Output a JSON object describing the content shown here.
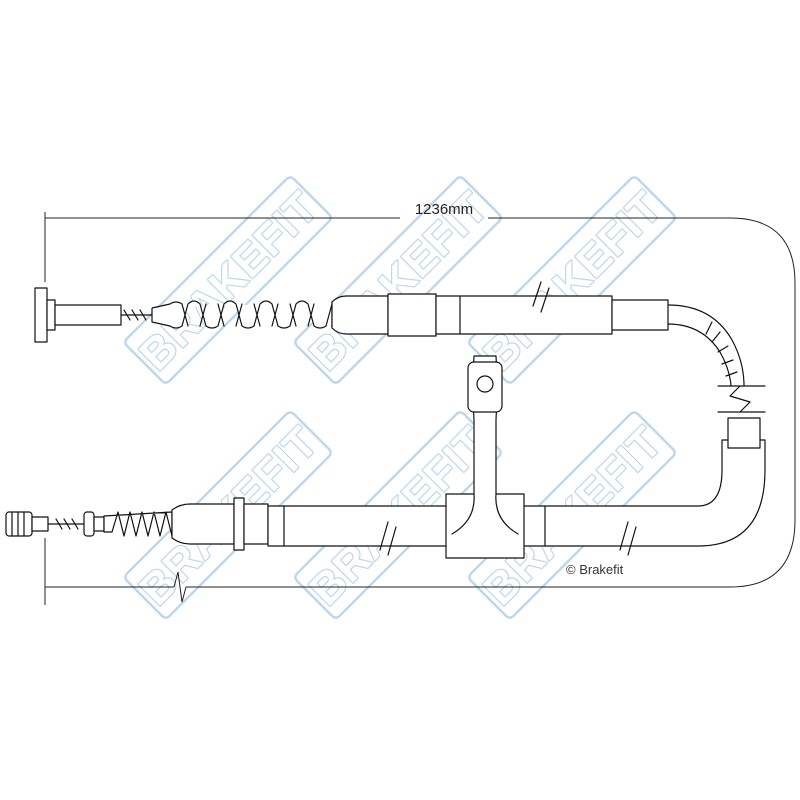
{
  "diagram": {
    "dimension_label": "1236mm",
    "copyright_label": "© Brakefit"
  },
  "watermark": {
    "text": "BRAKEFIT",
    "color": "#bcd6ec"
  },
  "colors": {
    "line": "#111111",
    "background": "#ffffff"
  }
}
